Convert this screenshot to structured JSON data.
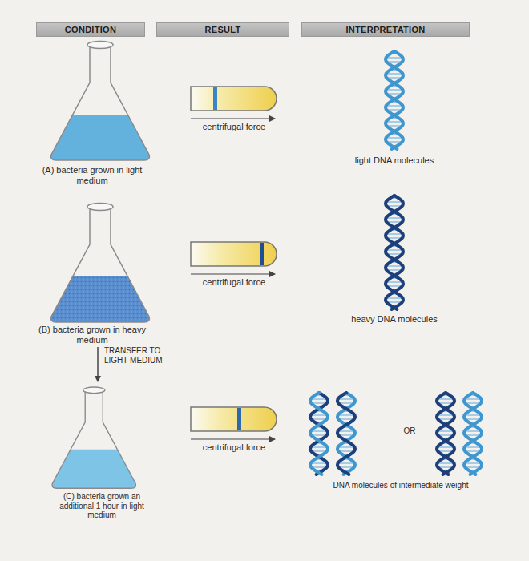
{
  "diagram": {
    "nodes": [
      {
        "text": [
          "CONDITION"
        ]
      },
      {
        "text": [
          "RESULT"
        ]
      },
      {
        "text": [
          "INTERPRETATION"
        ]
      }
    ],
    "labels": [
      "centrifugal force",
      "light DNA molecules",
      "(A) bacteria grown in light medium",
      "centrifugal force",
      "heavy DNA molecules",
      "(B) bacteria grown in heavy medium",
      "TRANSFER TO LIGHT MEDIUM",
      "centrifugal force",
      "OR",
      "DNA molecules of intermediate weight",
      "(C) bacteria grown an additional 1 hour in light medium"
    ]
  }
}
